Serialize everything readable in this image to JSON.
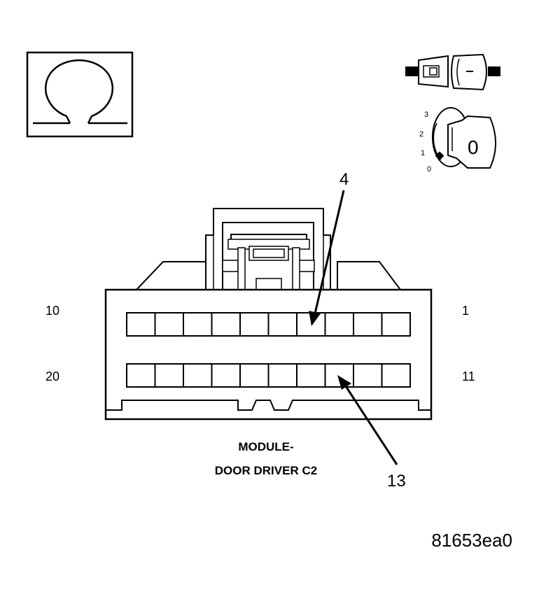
{
  "callouts": {
    "top": "4",
    "bottom": "13"
  },
  "pin_numbers": {
    "top_left": "10",
    "top_right": "1",
    "bottom_left": "20",
    "bottom_right": "11"
  },
  "connector_caption": {
    "line1": "MODULE-",
    "line2": "DOOR DRIVER C2"
  },
  "ignition": {
    "scale": [
      "3",
      "2",
      "1",
      "0"
    ],
    "key_position": "0"
  },
  "figure_id": "81653ea0",
  "icons": [
    "ohmmeter-icon",
    "connector-disconnected-icon",
    "ignition-switch-icon"
  ]
}
